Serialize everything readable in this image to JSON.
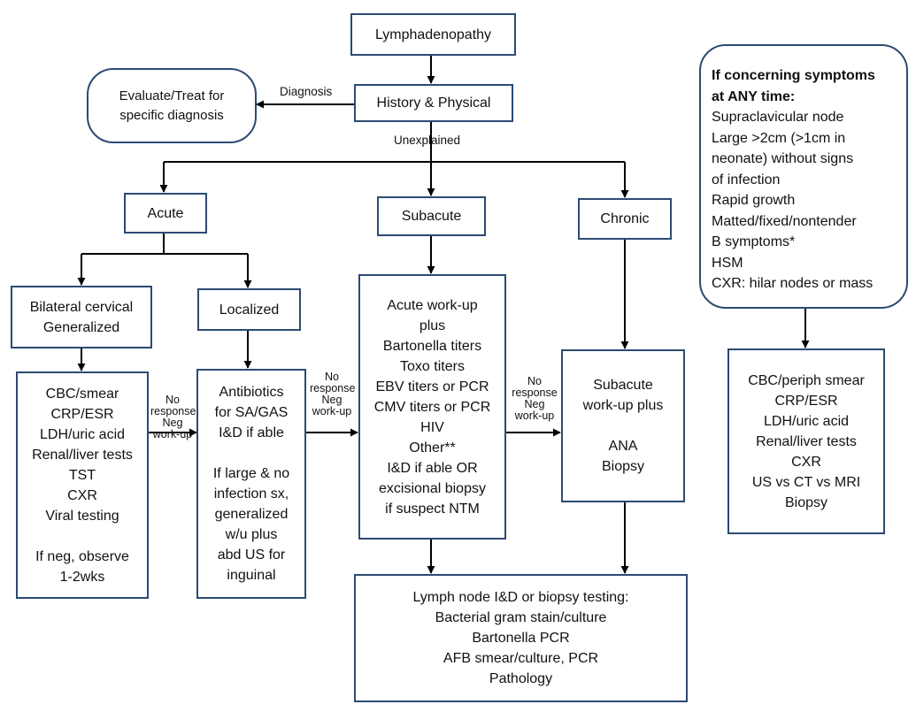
{
  "nodes": {
    "lymphadenopathy": "Lymphadenopathy",
    "history_physical": "History & Physical",
    "evaluate_treat": [
      "Evaluate/Treat for",
      "specific diagnosis"
    ],
    "acute": "Acute",
    "subacute": "Subacute",
    "chronic": "Chronic",
    "bilateral": [
      "Bilateral cervical",
      "Generalized"
    ],
    "localized": "Localized",
    "workup_bilateral": [
      "CBC/smear",
      "CRP/ESR",
      "LDH/uric acid",
      "Renal/liver tests",
      "TST",
      "CXR",
      "Viral testing",
      "",
      "If neg, observe",
      "1-2wks"
    ],
    "antibiotics": [
      "Antibiotics",
      "for SA/GAS",
      "I&D if able",
      "",
      "If large & no",
      "infection sx,",
      "generalized",
      "w/u plus",
      "abd US for",
      "inguinal"
    ],
    "subacute_workup": [
      "Acute work-up",
      "plus",
      "Bartonella titers",
      "Toxo titers",
      "EBV titers or PCR",
      "CMV titers or PCR",
      "HIV",
      "Other**",
      "I&D if able OR",
      "excisional biopsy",
      "if suspect NTM"
    ],
    "chronic_workup": [
      "Subacute",
      "work-up plus",
      "",
      "ANA",
      "Biopsy"
    ],
    "lymph_node_testing": [
      "Lymph node I&D or biopsy testing:",
      "Bacterial gram stain/culture",
      "Bartonella PCR",
      "AFB smear/culture, PCR",
      "Pathology"
    ],
    "concerning_title": [
      "If concerning symptoms",
      "at ANY time:"
    ],
    "concerning_items": [
      "Supraclavicular node",
      "Large >2cm (>1cm in",
      "neonate) without signs",
      "of infection",
      "Rapid growth",
      "Matted/fixed/nontender",
      "B symptoms*",
      "HSM",
      "CXR: hilar nodes or mass"
    ],
    "concerning_workup": [
      "CBC/periph smear",
      "CRP/ESR",
      "LDH/uric acid",
      "Renal/liver tests",
      "CXR",
      "US vs CT vs MRI",
      "Biopsy"
    ]
  },
  "edge_labels": {
    "diagnosis": "Diagnosis",
    "unexplained": "Unexplained",
    "no_response_1": [
      "No",
      "response",
      "Neg",
      "work-up"
    ],
    "no_response_2": [
      "No",
      "response",
      "Neg",
      "work-up"
    ],
    "no_response_3": [
      "No",
      "response",
      "Neg",
      "work-up"
    ]
  },
  "colors": {
    "box_border": "#2c4a73",
    "arrow": "#000000"
  }
}
